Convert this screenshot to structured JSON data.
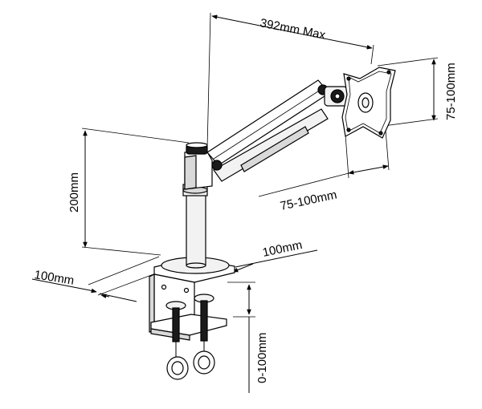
{
  "dimensions": {
    "reach": "392mm Max",
    "vesa_vertical": "75-100mm",
    "vesa_horizontal": "75-100mm",
    "pole_height": "200mm",
    "base_depth": "100mm",
    "base_width": "100mm",
    "clamp_range": "0-100mm"
  }
}
